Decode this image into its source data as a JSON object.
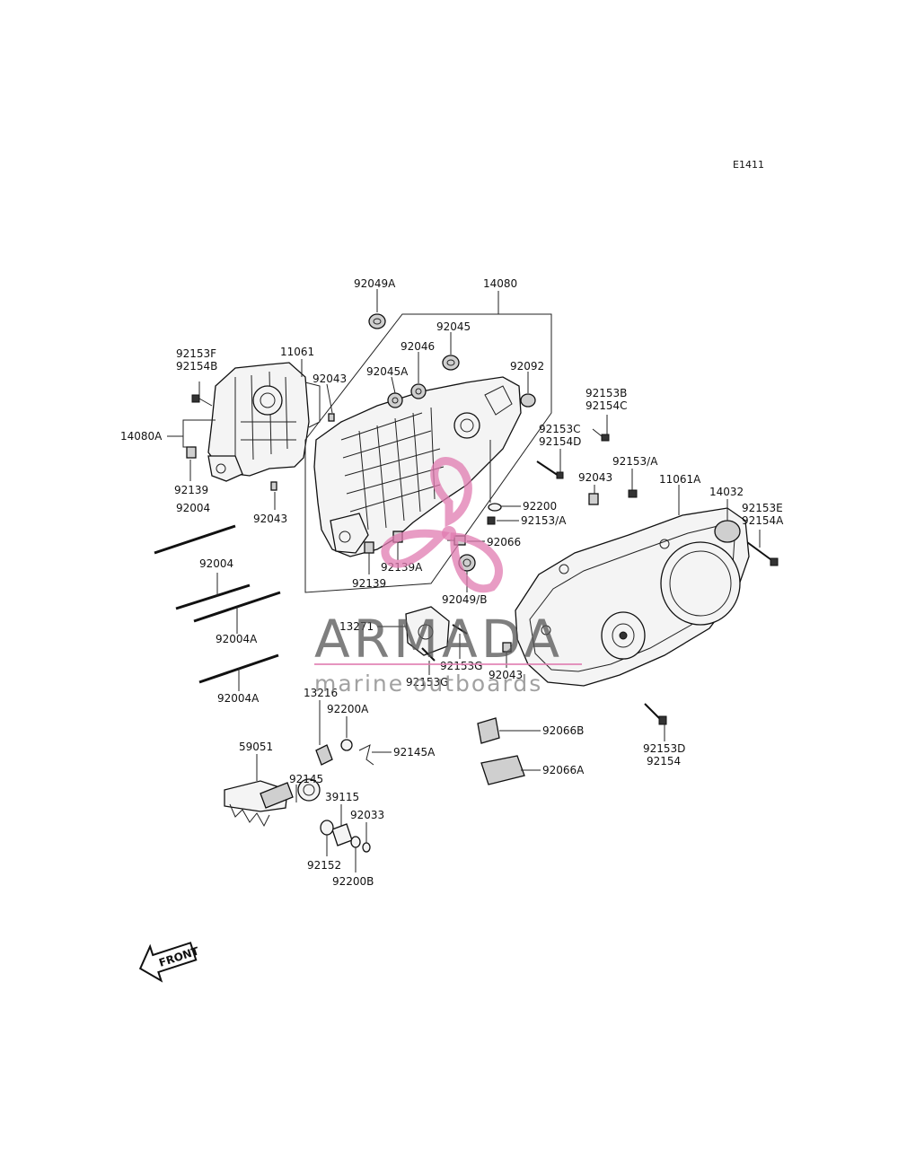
{
  "diagram": {
    "code": "E1411",
    "labels": {
      "l92049A": "92049A",
      "l14080": "14080",
      "l92045": "92045",
      "l92046": "92046",
      "l92045A": "92045A",
      "l92092": "92092",
      "l92153F": "92153F",
      "l92154B": "92154B",
      "l11061": "11061",
      "l92043a": "92043",
      "l14080A": "14080A",
      "l92139a": "92139",
      "l92043b": "92043",
      "l92004a": "92004",
      "l92153B": "92153B",
      "l92154C": "92154C",
      "l92153C": "92153C",
      "l92154D": "92154D",
      "l92153slashA1": "92153/A",
      "l92043c": "92043",
      "l11061A": "11061A",
      "l14032": "14032",
      "l92153E": "92153E",
      "l92154A": "92154A",
      "l92200": "92200",
      "l92153slashA2": "92153/A",
      "l92066": "92066",
      "l92139A": "92139A",
      "l92139b": "92139",
      "l92049slashB": "92049/B",
      "l92004b": "92004",
      "l92004Aa": "92004A",
      "l92004Ab": "92004A",
      "l13271": "13271",
      "l92153Ga": "92153G",
      "l92153Gb": "92153G",
      "l92043d": "92043",
      "l13216": "13216",
      "l92200A": "92200A",
      "l92145A": "92145A",
      "l92066B": "92066B",
      "l92066A": "92066A",
      "l92153D": "92153D",
      "l92154": "92154",
      "l59051": "59051",
      "l92145": "92145",
      "l39115": "39115",
      "l92033": "92033",
      "l92152": "92152",
      "l92200B": "92200B"
    },
    "front_arrow": "FRONT",
    "watermark": {
      "brand": "ARMADA",
      "tagline": "marine outboards",
      "accent_color": "#e07bb0"
    }
  }
}
